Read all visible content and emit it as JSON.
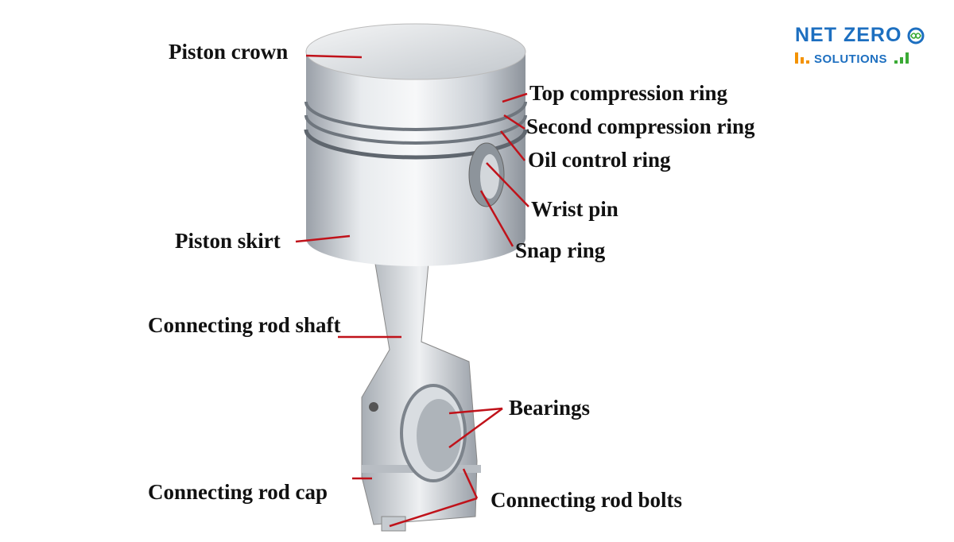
{
  "title": "Piston and connecting rod parts",
  "labels": {
    "piston_crown": "Piston crown",
    "top_compression_ring": "Top compression ring",
    "second_compression_ring": "Second compression ring",
    "oil_control_ring": "Oil control ring",
    "wrist_pin": "Wrist pin",
    "snap_ring": "Snap ring",
    "piston_skirt": "Piston skirt",
    "connecting_rod_shaft": "Connecting rod shaft",
    "bearings": "Bearings",
    "connecting_rod_cap": "Connecting rod cap",
    "connecting_rod_bolts": "Connecting rod bolts"
  },
  "logo": {
    "line1": "NET ZERO",
    "line2": "SOLUTIONS"
  },
  "colors": {
    "leader": "#c0121a",
    "brand_blue": "#1d6fc0",
    "brand_orange": "#f39200",
    "brand_green": "#3aaa35"
  }
}
